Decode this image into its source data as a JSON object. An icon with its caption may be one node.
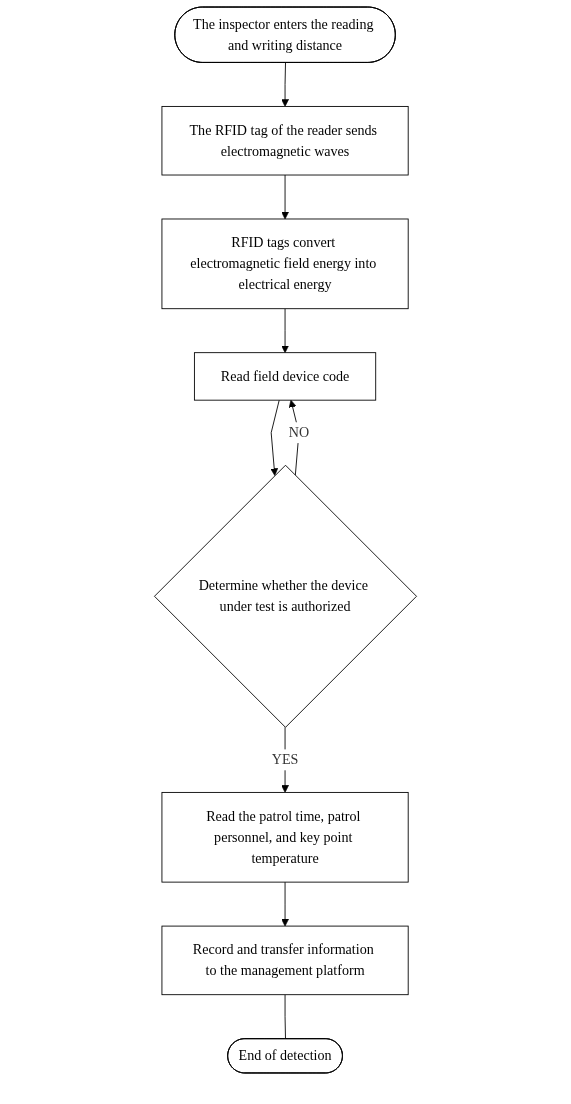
{
  "diagram": {
    "nodes": [
      {
        "text": [
          "The inspector enters the reading and writing distance"
        ]
      },
      {
        "text": [
          "The RFID tag of the reader sends electromagnetic waves"
        ]
      },
      {
        "text": [
          "RFID tags convert electromagnetic field energy into electrical energy"
        ]
      },
      {
        "text": [
          "Read field device code"
        ]
      },
      {
        "text": [
          "Determine whether the device under test is authorized"
        ]
      },
      {
        "text": [
          "Read the patrol time, patrol personnel, and key point temperature"
        ]
      },
      {
        "text": [
          "Record and transfer information to the management platform"
        ]
      },
      {
        "text": [
          "End of detection"
        ]
      }
    ],
    "edges": [
      {
        "from": 0,
        "to": 1,
        "arrow": "to"
      },
      {
        "from": 1,
        "to": 2,
        "arrow": "to"
      },
      {
        "from": 2,
        "to": 3,
        "arrow": "to"
      },
      {
        "from": 3,
        "to": 4,
        "arrow": "to"
      },
      {
        "from": 4,
        "to": 3,
        "arrow": "to",
        "label": "NO"
      },
      {
        "from": 4,
        "to": 5,
        "arrow": "to",
        "label": "YES"
      },
      {
        "from": 5,
        "to": 6,
        "arrow": "to"
      },
      {
        "from": 6,
        "to": 7,
        "arrow": "none"
      }
    ]
  }
}
